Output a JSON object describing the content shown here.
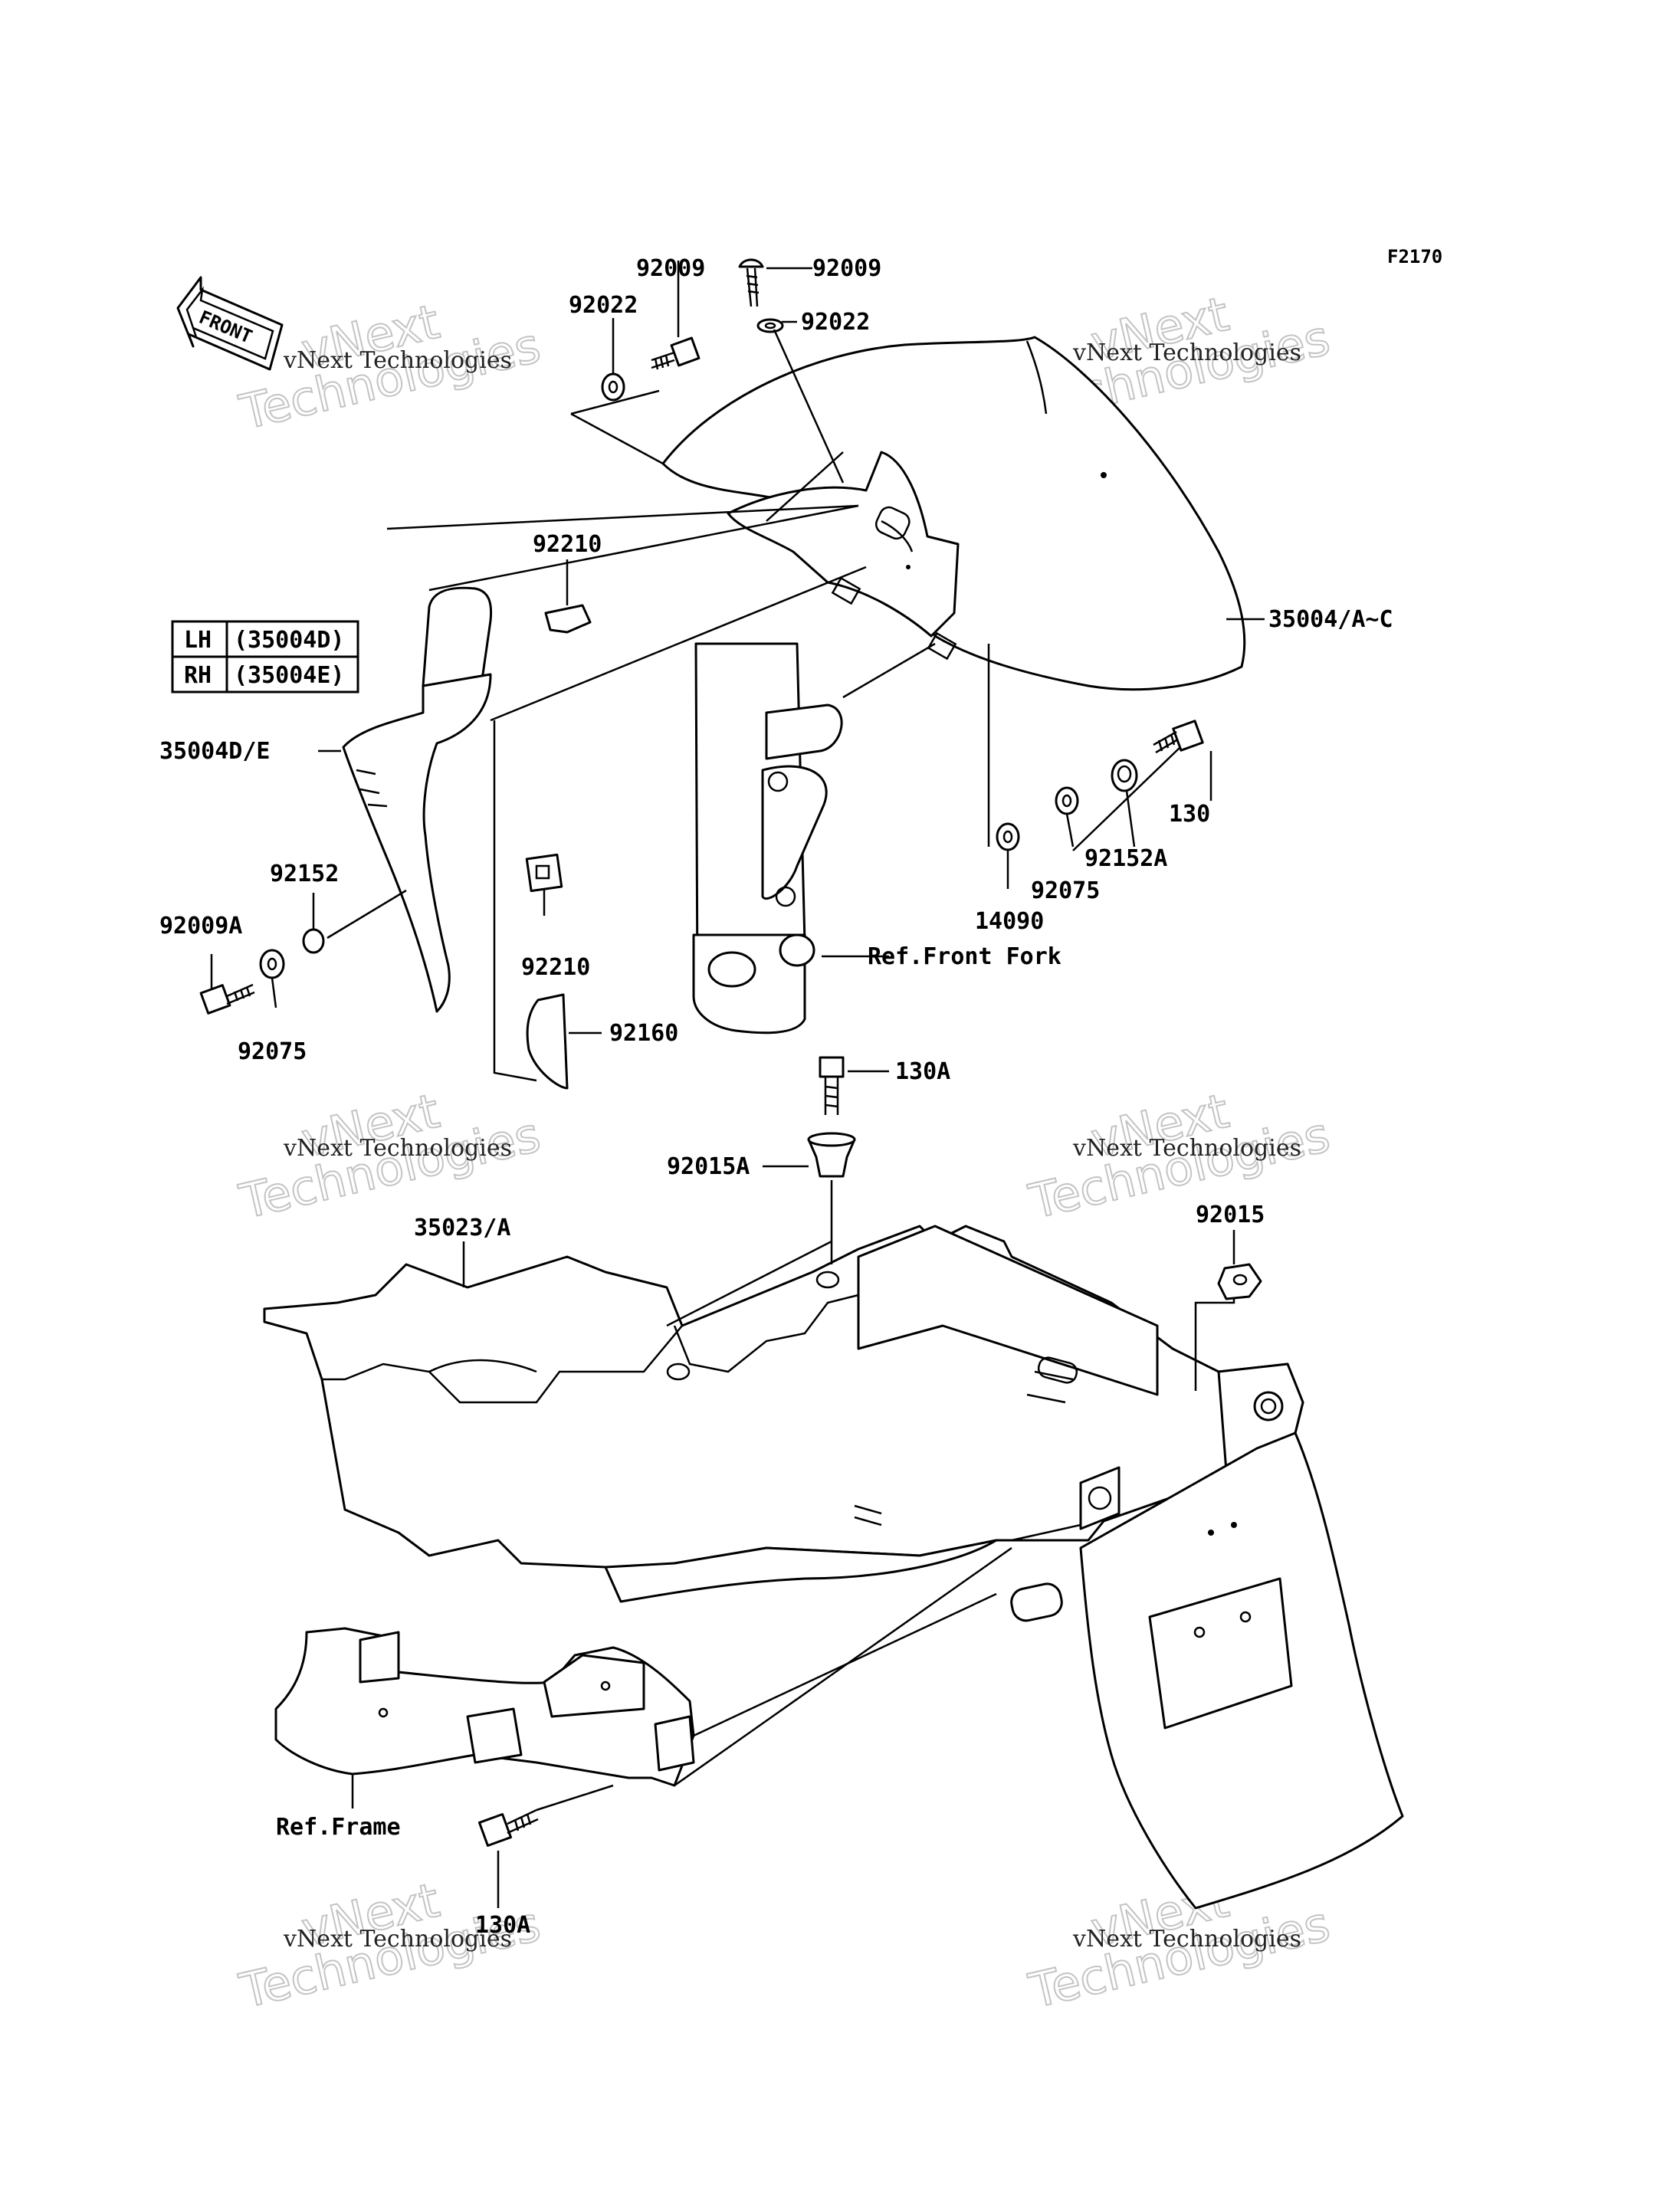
{
  "figure_code": "F2170",
  "direction_badge": "FRONT",
  "legend": {
    "rows": [
      {
        "side": "LH",
        "part": "(35004D)"
      },
      {
        "side": "RH",
        "part": "(35004E)"
      }
    ]
  },
  "callouts": {
    "p92009_left": "92009",
    "p92009_right": "92009",
    "p92022_left": "92022",
    "p92022_right": "92022",
    "p92210_top": "92210",
    "p35004_ac": "35004/A~C",
    "p35004_de": "35004D/E",
    "p130": "130",
    "p92152a": "92152A",
    "p92075_right": "92075",
    "p14090": "14090",
    "ref_front_fork": "Ref.Front Fork",
    "p92152": "92152",
    "p92009a": "92009A",
    "p92210_bottom": "92210",
    "p92075_left": "92075",
    "p92160": "92160",
    "p130a_top": "130A",
    "p92015a": "92015A",
    "p35023": "35023/A",
    "p92015": "92015",
    "ref_frame": "Ref.Frame",
    "p130a_bottom": "130A"
  },
  "watermark": {
    "big_line1": "vNext",
    "big_line2": "Technologies",
    "small": "vNext Technologies"
  }
}
